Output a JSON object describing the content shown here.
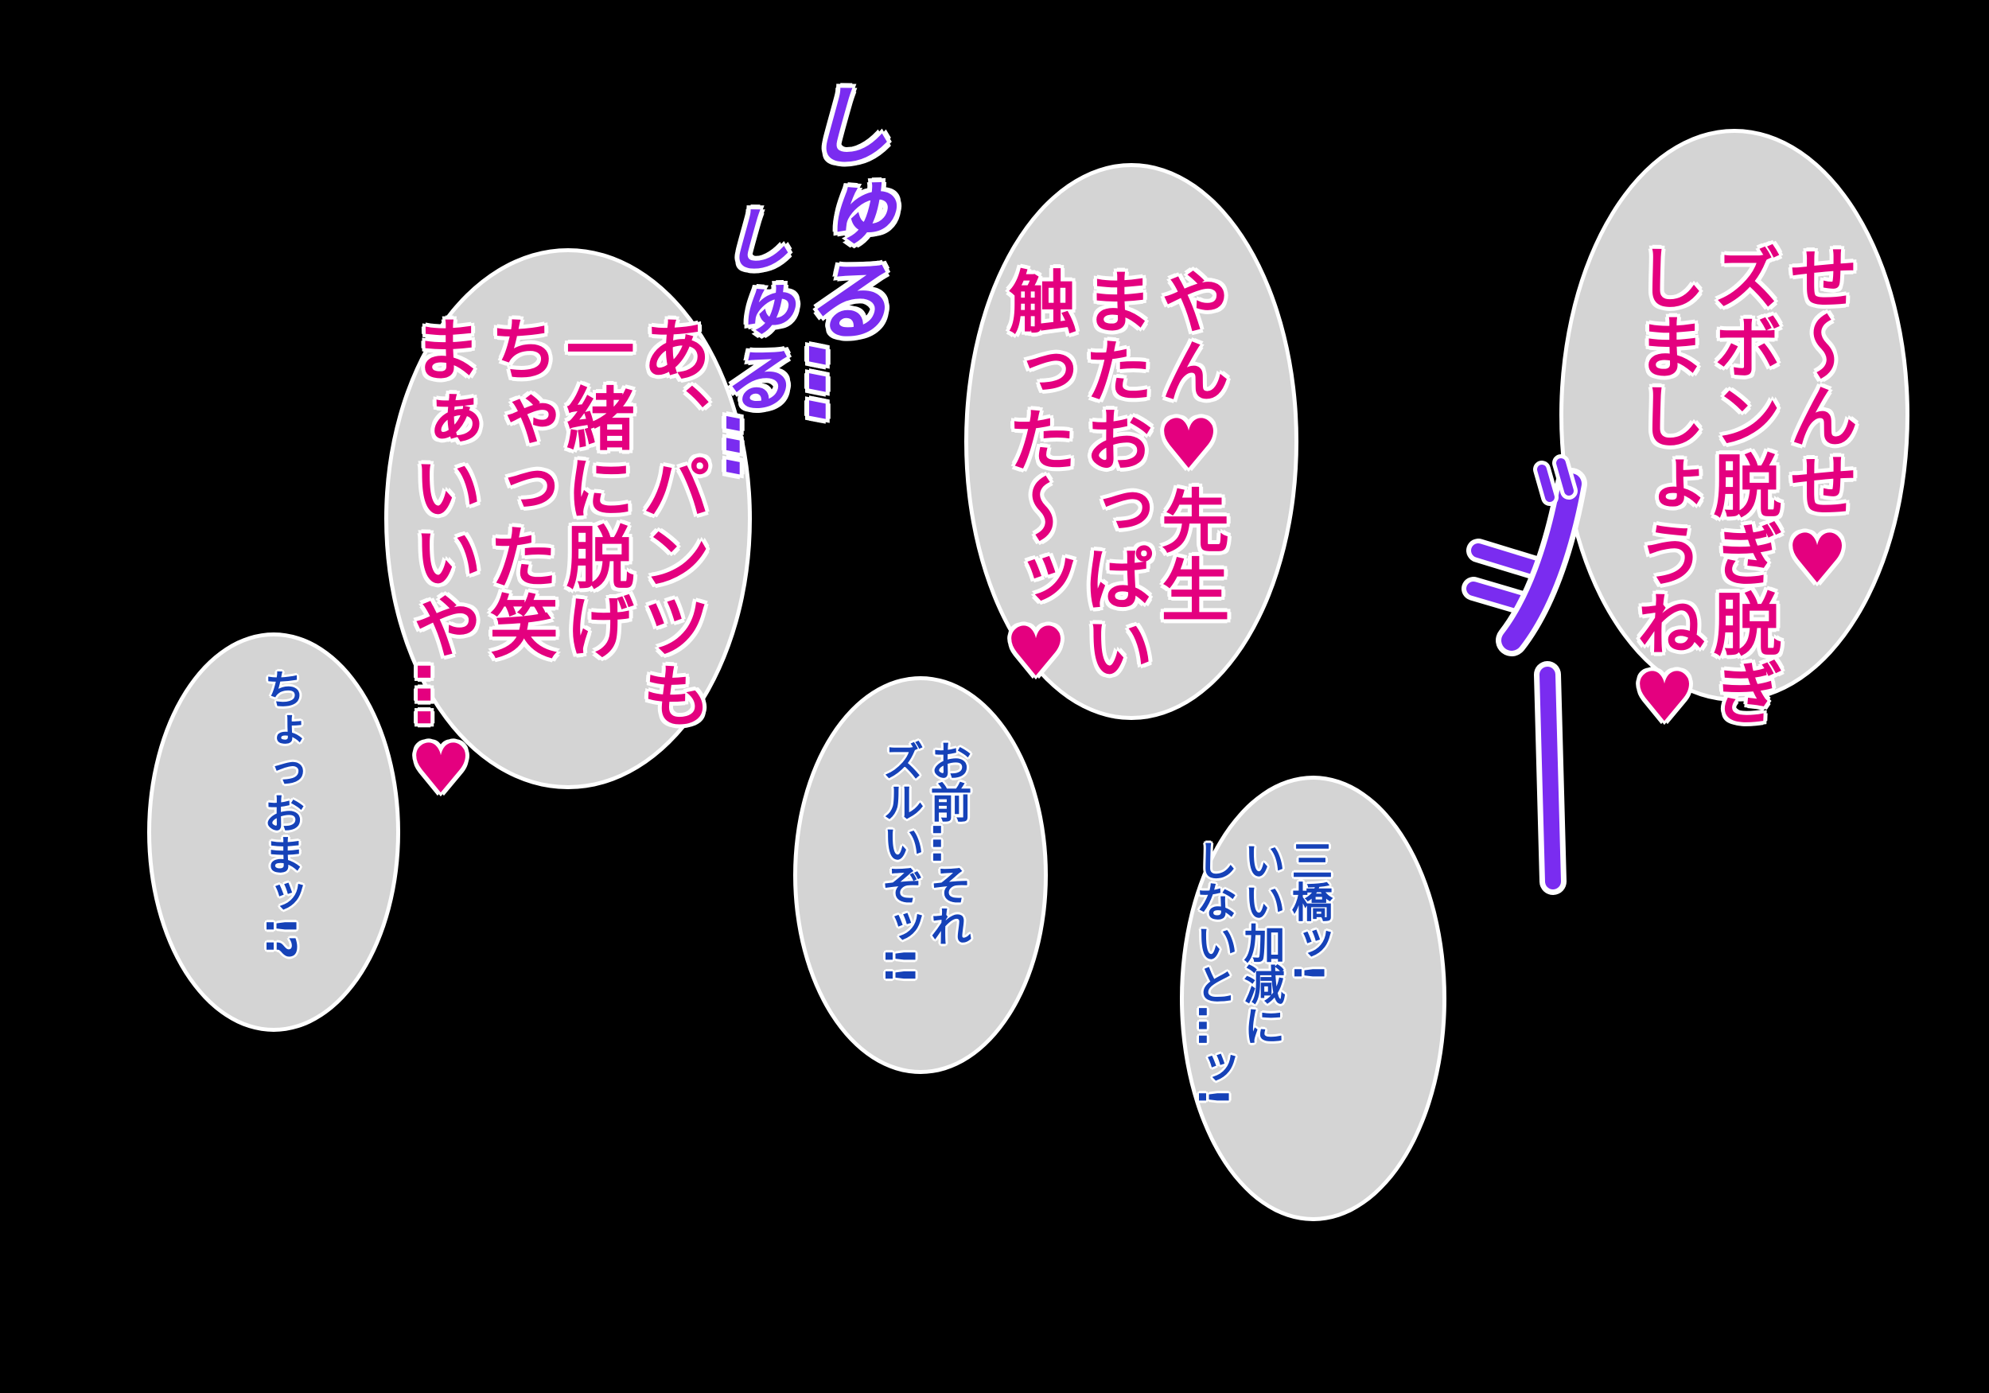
{
  "colors": {
    "background": "#000000",
    "bubble_fill": "#d4d4d4",
    "bubble_outline": "#ffffff",
    "pink_text": "#e4007f",
    "blue_text": "#1642b8",
    "sfx_purple": "#7a2cf0"
  },
  "sfx": {
    "shuru_1": "しゅる…",
    "shuru_2": "しゅる…",
    "zi": "ジ"
  },
  "bubbles": {
    "pants": "あ、パンツも\n一緒に脱げ\nちゃった笑\nまぁいいや…♥",
    "oppai": "やん♥先生\nまたおっぱい\n触った〜ッ♥",
    "sensei": "せ〜んせ♥\nズボン脱ぎ脱ぎ\nしましょうね♥",
    "choto": "ちょっおまッ!?",
    "omae": "お前…それ\nズルいぞッ!!",
    "mitsuhashi": "三橋ッ!\nいい加減に\nしないと…ッ!"
  }
}
